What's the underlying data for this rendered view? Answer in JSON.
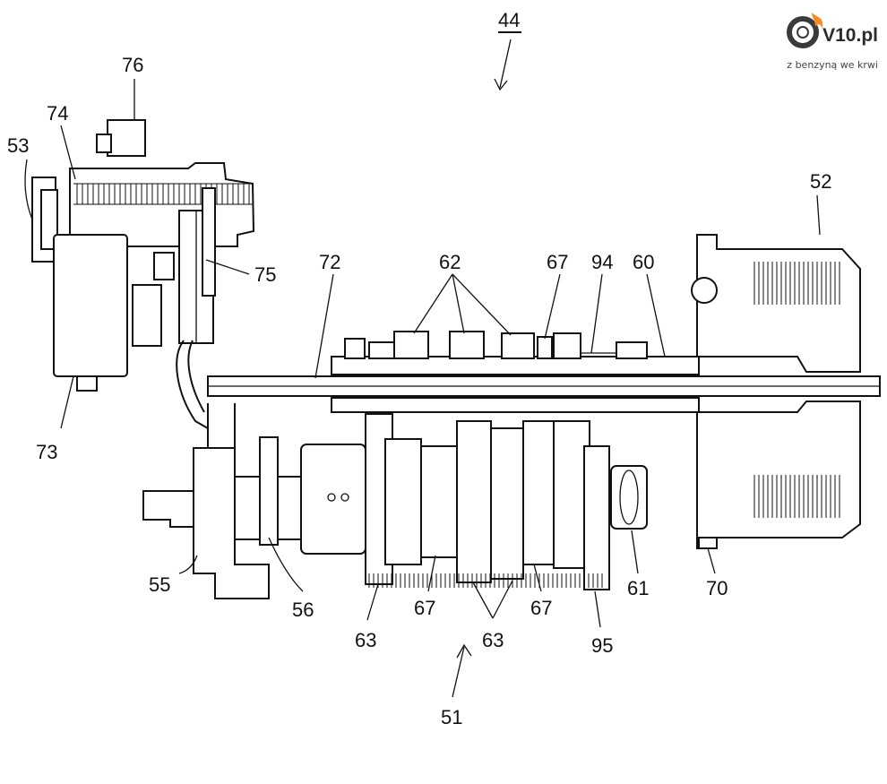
{
  "watermark": {
    "brand": "V10.pl",
    "tagline": "z benzyną we krwi",
    "flame_color": "#f28c28",
    "wheel_color": "#3a3a3a"
  },
  "figure": {
    "labels": {
      "l44": "44",
      "l76": "76",
      "l74": "74",
      "l53": "53",
      "l52": "52",
      "l75": "75",
      "l72": "72",
      "l62": "62",
      "l67a": "67",
      "l94": "94",
      "l60": "60",
      "l73": "73",
      "l55": "55",
      "l56": "56",
      "l63a": "63",
      "l67b": "67",
      "l63b": "63",
      "l67c": "67",
      "l61": "61",
      "l70": "70",
      "l95": "95",
      "l51": "51"
    }
  }
}
